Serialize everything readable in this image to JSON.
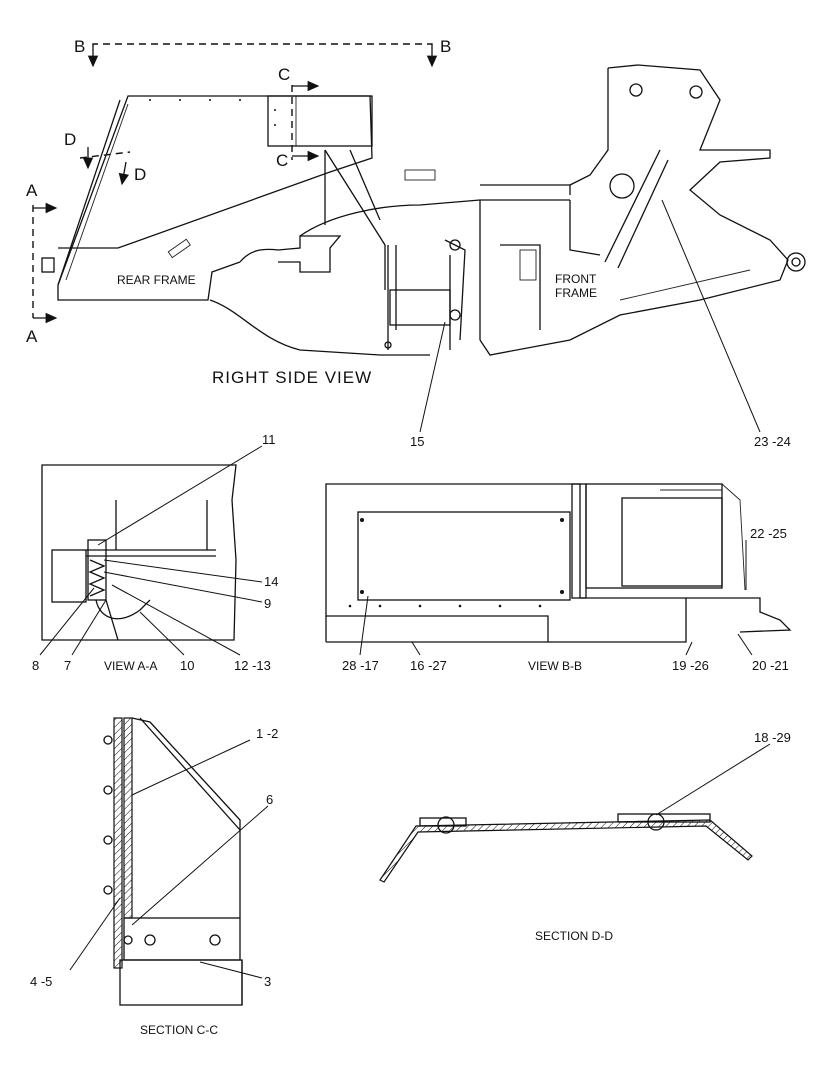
{
  "views": {
    "right_side": {
      "title": "RIGHT SIDE VIEW",
      "rear_frame": "REAR FRAME",
      "front_frame_1": "FRONT",
      "front_frame_2": "FRAME",
      "section_markers": {
        "a": "A",
        "b": "B",
        "c": "C",
        "d": "D"
      }
    },
    "view_aa": {
      "title": "VIEW A-A"
    },
    "view_bb": {
      "title": "VIEW B-B"
    },
    "section_cc": {
      "title": "SECTION C-C"
    },
    "section_dd": {
      "title": "SECTION D-D"
    }
  },
  "callouts": {
    "c15": "15",
    "c23_24": "23 -24",
    "c11": "11",
    "c14": "14",
    "c9": "9",
    "c8": "8",
    "c7": "7",
    "c10": "10",
    "c12_13": "12 -13",
    "c22_25": "22 -25",
    "c28_17": "28 -17",
    "c16_27": "16 -27",
    "c19_26": "19 -26",
    "c20_21": "20 -21",
    "c1_2": "1 -2",
    "c6": "6",
    "c4_5": "4 -5",
    "c3": "3",
    "c18_29": "18 -29"
  }
}
